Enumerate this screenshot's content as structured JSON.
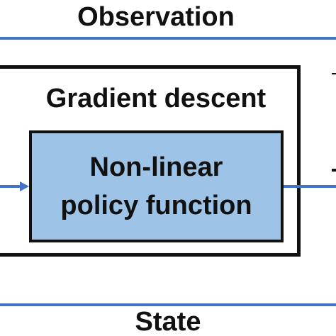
{
  "diagram": {
    "observation_label": "Observation",
    "state_label": "State",
    "outer_box_label": "Gradient descent",
    "inner_box_label_line1": "Non-linear",
    "inner_box_label_line2": "policy function"
  },
  "colors": {
    "blue_line": "#4472c4",
    "inner_fill": "#9dc3e6",
    "text": "#111111"
  }
}
